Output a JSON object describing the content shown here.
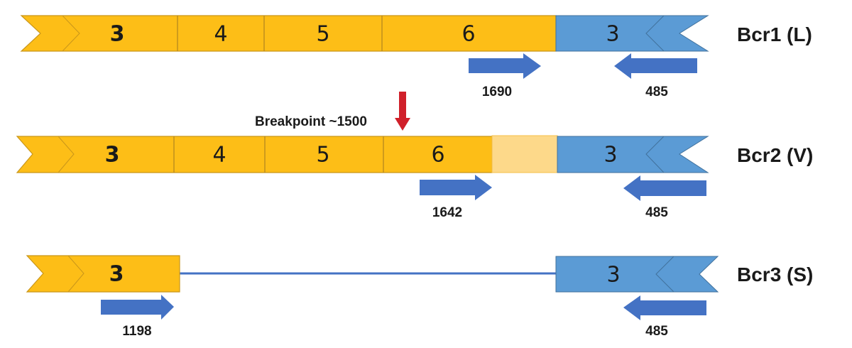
{
  "colors": {
    "bcr_exon": "#FDBE17",
    "bcr_exon_border": "#C9961A",
    "bcr_pale": "#FDD98A",
    "abl_exon": "#5B9BD5",
    "abl_border": "#41719C",
    "primer_arrow": "#4472C4",
    "breakpoint_arrow": "#D0202A",
    "deletion_line": "#4472C4"
  },
  "rows": [
    {
      "label": "Bcr1 (L)",
      "bcr_exons": [
        "3",
        "4",
        "5",
        "6"
      ],
      "abl_exon": "3",
      "forward_primer": "1690",
      "reverse_primer": "485"
    },
    {
      "label": "Bcr2 (V)",
      "bcr_exons": [
        "3",
        "4",
        "5",
        "6"
      ],
      "abl_exon": "3",
      "forward_primer": "1642",
      "reverse_primer": "485",
      "breakpoint": "Breakpoint ~1500"
    },
    {
      "label": "Bcr3 (S)",
      "bcr_exons": [
        "3"
      ],
      "abl_exon": "3",
      "forward_primer": "1198",
      "reverse_primer": "485"
    }
  ]
}
